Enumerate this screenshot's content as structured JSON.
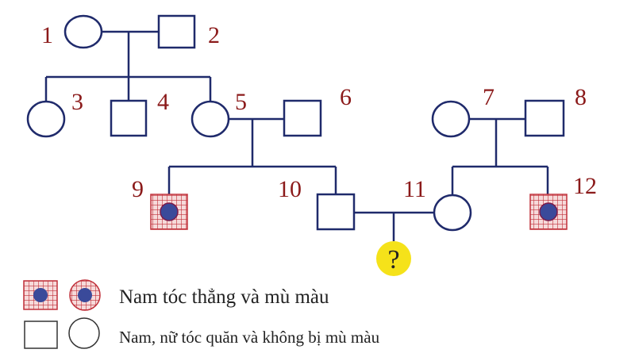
{
  "title": "Pedigree chart",
  "individuals": [
    {
      "id": "1",
      "sex": "female",
      "affected": false
    },
    {
      "id": "2",
      "sex": "male",
      "affected": false
    },
    {
      "id": "3",
      "sex": "female",
      "affected": false
    },
    {
      "id": "4",
      "sex": "male",
      "affected": false
    },
    {
      "id": "5",
      "sex": "female",
      "affected": false
    },
    {
      "id": "6",
      "sex": "male",
      "affected": false
    },
    {
      "id": "7",
      "sex": "female",
      "affected": false
    },
    {
      "id": "8",
      "sex": "male",
      "affected": false
    },
    {
      "id": "9",
      "sex": "male",
      "affected": true
    },
    {
      "id": "10",
      "sex": "male",
      "affected": false
    },
    {
      "id": "11",
      "sex": "female",
      "affected": false
    },
    {
      "id": "12",
      "sex": "male",
      "affected": true
    }
  ],
  "unknown_child": "?",
  "legend": {
    "affected": "Nam tóc thẳng và mù màu",
    "normal": "Nam, nữ tóc quăn và không bị mù màu"
  },
  "colors": {
    "line": "#1f2a6b",
    "label": "#8b1a1a",
    "affected_grid": "#c0303a",
    "affected_dot": "#3a4a9a",
    "unknown": "#f5e21a"
  }
}
